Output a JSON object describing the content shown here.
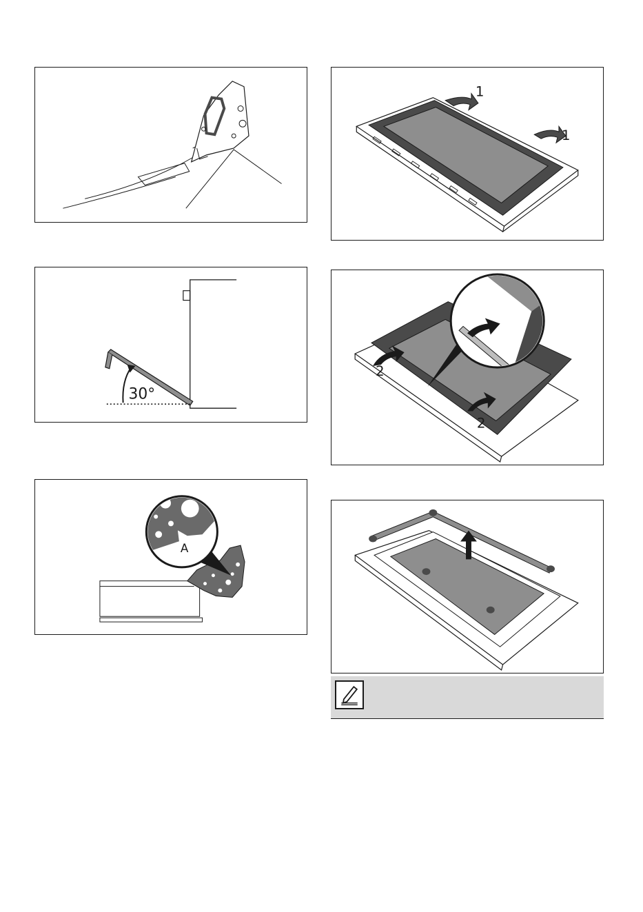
{
  "figures": {
    "hinge_closeup": {},
    "door_angle": {
      "angle_label": "30°"
    },
    "hinge_lock": {
      "callout_label": "A"
    },
    "remove_trim": {
      "step_label": "1"
    },
    "slide_glass": {
      "step_label": "2"
    },
    "lift_glass": {}
  },
  "note": {
    "icon": "pencil-note-icon",
    "text": ""
  },
  "colors": {
    "dark_part": "#4a4a4a",
    "glass": "#8e8e8e",
    "note_bg": "#d9d9d9"
  }
}
